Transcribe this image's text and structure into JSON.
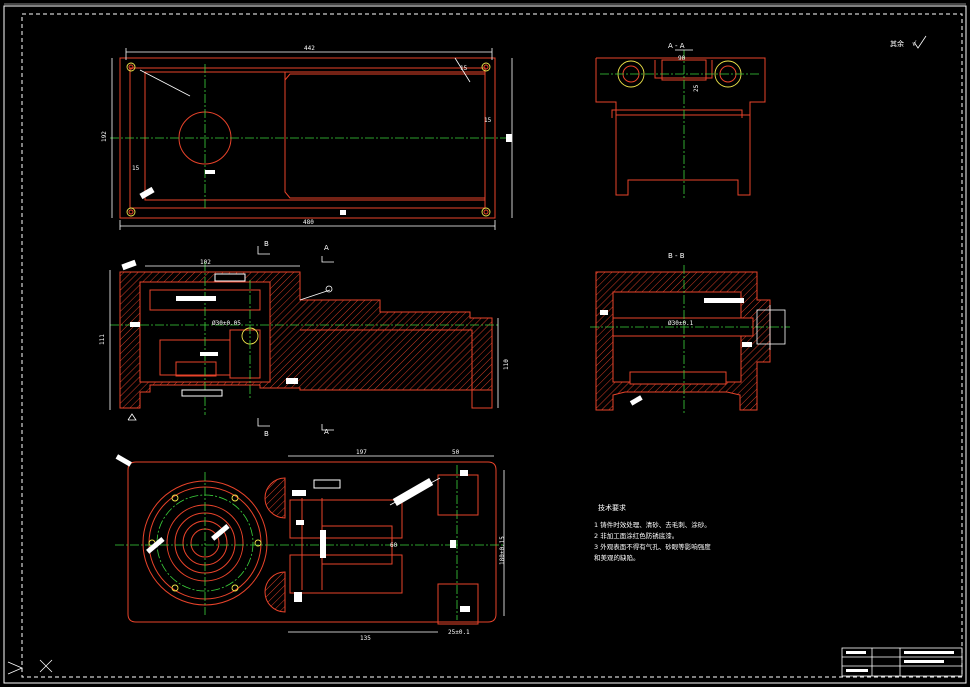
{
  "drawing": {
    "roughness_note": "其余",
    "roughness_symbol_text": "√",
    "section_views": {
      "aa_title": "A - A",
      "bb_title": "B - B",
      "marker_a": "A",
      "marker_b": "B"
    },
    "dimensions": {
      "top_overall_inner": "442",
      "top_overall_outer": "480",
      "top_height": "192",
      "top_edge": "15",
      "top_side": "15",
      "top_right": "15",
      "aa_width": "90",
      "aa_depth": "25",
      "front_height": "111",
      "front_top": "102",
      "front_right": "110",
      "front_note_1": "Ø30±0.05",
      "bb_bore": "Ø30±0.1",
      "plan_length_1": "197",
      "plan_length_2": "50",
      "plan_length_3": "135",
      "plan_height": "180±0.15",
      "plan_bottom": "25±0.1",
      "plan_center": "60"
    },
    "tech_requirements": {
      "title": "技术要求",
      "items": [
        "1  铸件时效处理、清砂、去毛刺、涂砂。",
        "2  非加工面涂红色防锈底漆。",
        "3  外观表面不得有气孔、砂眼等影响强度",
        "    和美观的缺陷。"
      ]
    }
  }
}
